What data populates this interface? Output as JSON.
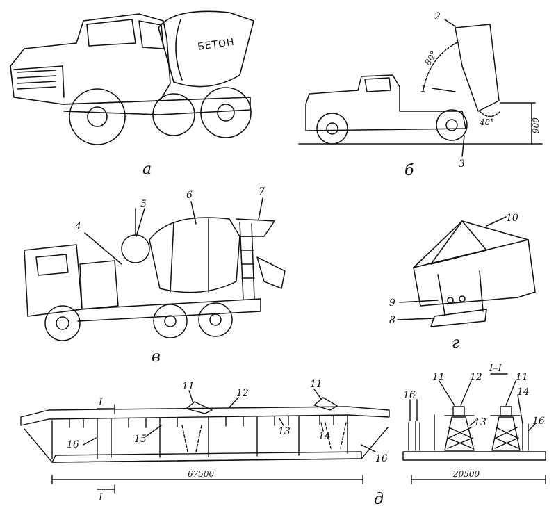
{
  "figure": {
    "captions": {
      "a": "а",
      "b": "б",
      "v": "в",
      "g": "г",
      "d": "д"
    },
    "drum_text": "БЕТОН",
    "callouts": {
      "n1": "1",
      "n2": "2",
      "n3": "3",
      "n4": "4",
      "n5": "5",
      "n6": "6",
      "n7": "7",
      "n8": "8",
      "n9": "9",
      "n10": "10",
      "n11": "11",
      "n12": "12",
      "n13": "13",
      "n14": "14",
      "n15": "15",
      "n16": "16"
    },
    "angles": {
      "top": "80°",
      "bottom": "48°"
    },
    "dimensions": {
      "height": "900",
      "length": "67500",
      "width": "20500"
    },
    "section": {
      "mark": "I",
      "title": "I–I"
    }
  }
}
